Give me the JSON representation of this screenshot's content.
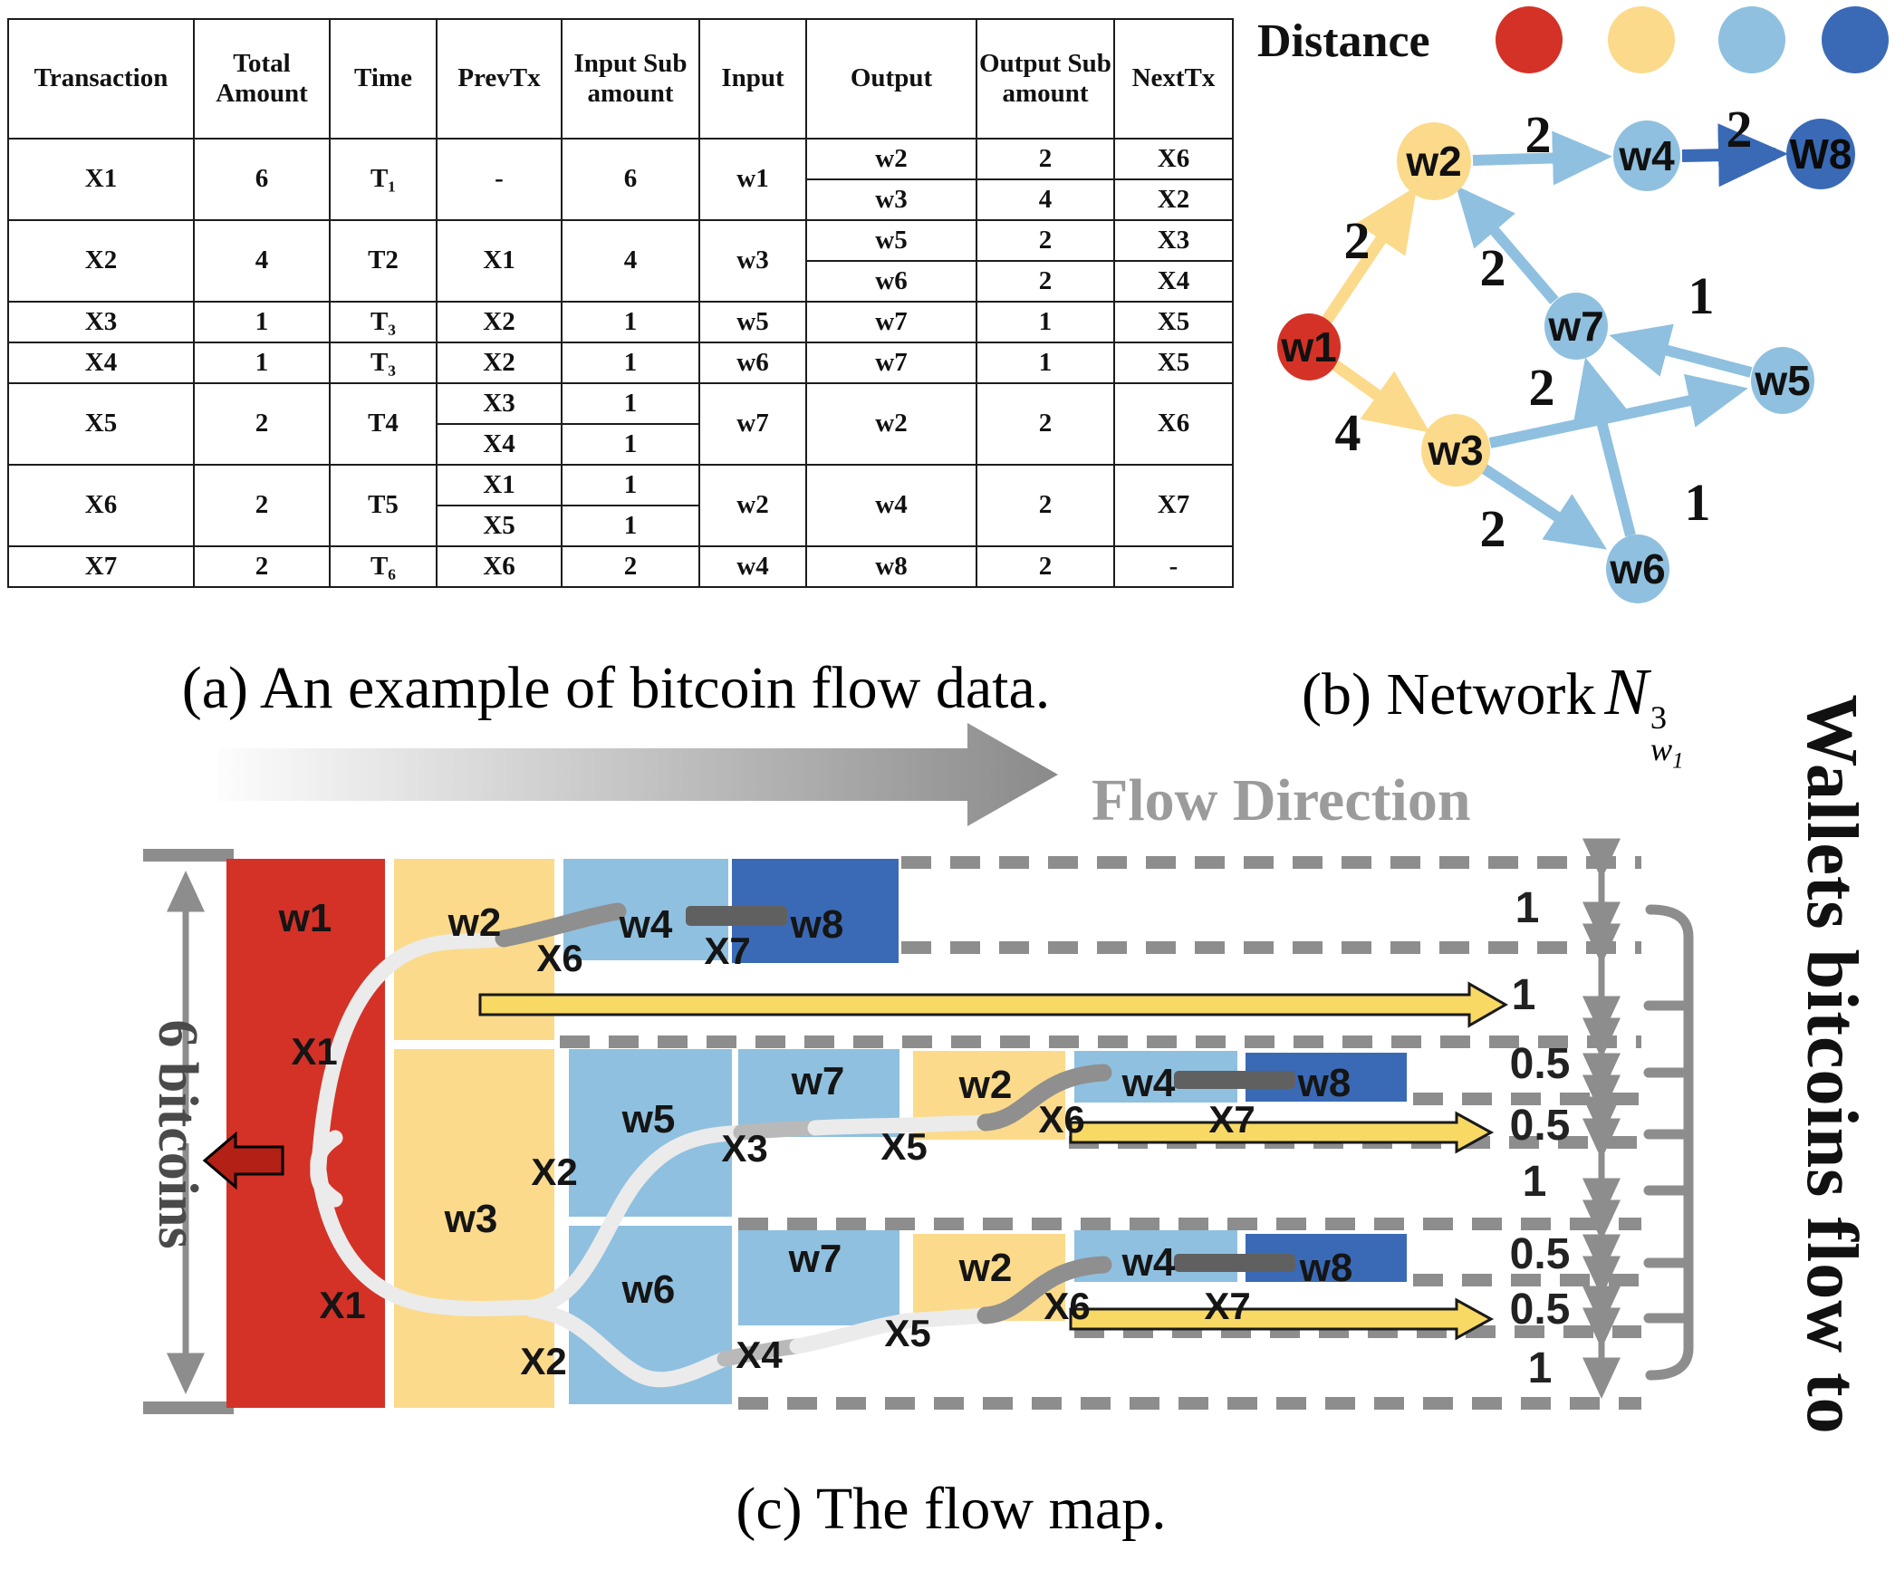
{
  "colors": {
    "red": "#d43227",
    "yellow": "#fbda8b",
    "light_blue": "#8fc0df",
    "dark_blue": "#3a6ab5",
    "arrow_yellow": "#f8d964",
    "dash_gray": "#8d8d8d",
    "connector_dark": "#606060",
    "river_light": "#ebebeb",
    "river_mid": "#b9b9b9",
    "river_dark": "#8f8f8f",
    "gray_text": "#9b9b9b",
    "dark_red": "#b32015",
    "table_border": "#1c1c1c"
  },
  "panel_a": {
    "caption": "(a) An example of bitcoin flow data.",
    "headers": [
      "Transaction",
      "Total Amount",
      "Time",
      "PrevTx",
      "Input Sub amount",
      "Input",
      "Output",
      "Output Sub amount",
      "NextTx"
    ],
    "rows": [
      [
        "X1",
        "6",
        "T₁",
        "-",
        "6",
        "w1",
        "w2",
        "2",
        "X6"
      ],
      [
        "w3",
        "4",
        "X2"
      ],
      [
        "X2",
        "4",
        "T2",
        "X1",
        "4",
        "w3",
        "w5",
        "2",
        "X3"
      ],
      [
        "w6",
        "2",
        "X4"
      ],
      [
        "X3",
        "1",
        "T₃",
        "X2",
        "1",
        "w5",
        "w7",
        "1",
        "X5"
      ],
      [
        "X4",
        "1",
        "T₃",
        "X2",
        "1",
        "w6",
        "w7",
        "1",
        "X5"
      ],
      [
        "X5",
        "2",
        "T4",
        "X3",
        "1",
        "w7",
        "w2",
        "2",
        "X6"
      ],
      [
        "X4",
        "1"
      ],
      [
        "X6",
        "2",
        "T5",
        "X1",
        "1",
        "w2",
        "w4",
        "2",
        "X7"
      ],
      [
        "X5",
        "1"
      ],
      [
        "X7",
        "2",
        "T₆",
        "X6",
        "2",
        "w4",
        "w8",
        "2",
        "-"
      ]
    ]
  },
  "panel_b": {
    "caption": {
      "prefix": "(b) Network",
      "symbol": "N",
      "sup": "3",
      "sub": "w",
      "sub_index": "1"
    },
    "legend_label": "Distance",
    "nodes": {
      "w1": "w1",
      "w2": "w2",
      "w3": "w3",
      "w4": "w4",
      "w5": "w5",
      "w6": "w6",
      "w7": "w7",
      "w8": "W8"
    },
    "edge_labels": {
      "w1_w2": "2",
      "w1_w3": "4",
      "w2_w4": "2",
      "w4_w8": "2",
      "w7_w2": "2",
      "w5_w7": "1",
      "w3_w5": "2",
      "w3_w6": "2",
      "w6_w7": "1"
    }
  },
  "panel_c": {
    "caption": "(c) The flow map.",
    "flow_direction_label": "Flow Direction",
    "left_axis_label": "6 bitcoins",
    "right_axis_label": "Wallets bitcoins flow to",
    "blocks": {
      "col_w1": "w1",
      "col_w2": "w2",
      "col_w3": "w3",
      "top_w4": "w4",
      "top_w8": "w8",
      "col_w5": "w5",
      "col_w6": "w6",
      "mid_w7": "w7",
      "mid_w2": "w2",
      "mid_w4": "w4",
      "mid_w8": "w8",
      "bot_w7": "w7",
      "bot_w2": "w2",
      "bot_w4": "w4",
      "bot_w8": "w8"
    },
    "tx_labels": {
      "top_x1": "X1",
      "top_x6": "X6",
      "top_x7": "X7",
      "mid_x2": "X2",
      "mid_x3": "X3",
      "mid_x5": "X5",
      "mid_x6": "X6",
      "mid_x7": "X7",
      "bot_x1": "X1",
      "bot_x2": "X2",
      "bot_x4": "X4",
      "bot_x5": "X5",
      "bot_x6": "X6",
      "bot_x7": "X7"
    },
    "values": [
      "1",
      "1",
      "0.5",
      "0.5",
      "1",
      "0.5",
      "0.5",
      "1"
    ]
  }
}
